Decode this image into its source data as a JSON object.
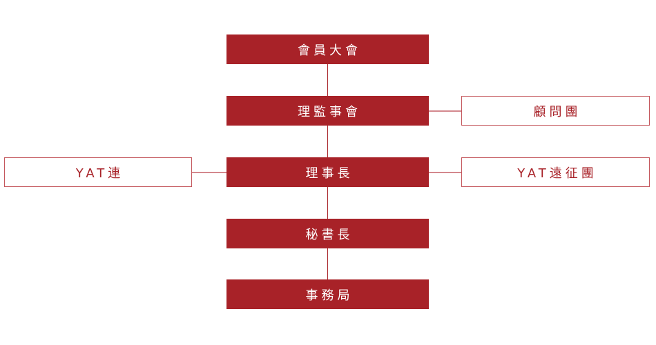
{
  "colors": {
    "node_fill": "#A82228",
    "node_text_on_fill": "#FFFFFF",
    "outline_border": "#C4575D",
    "outline_text": "#A82228",
    "connector": "#A82228",
    "connector_light": "#D3888D",
    "background": "#FFFFFF"
  },
  "chart_type": "organization-chart",
  "nodes": {
    "member_assembly": {
      "label": "會員大會",
      "style": "filled"
    },
    "board": {
      "label": "理監事會",
      "style": "filled"
    },
    "advisors": {
      "label": "顧問團",
      "style": "outline"
    },
    "yat_union": {
      "label": "YAT連",
      "style": "outline"
    },
    "chairman": {
      "label": "理事長",
      "style": "filled"
    },
    "yat_expedition": {
      "label": "YAT遠征團",
      "style": "outline"
    },
    "secretary_general": {
      "label": "秘書長",
      "style": "filled"
    },
    "secretariat": {
      "label": "事務局",
      "style": "filled"
    }
  },
  "edges": [
    {
      "from": "member_assembly",
      "to": "board",
      "direction": "vertical"
    },
    {
      "from": "board",
      "to": "advisors",
      "direction": "horizontal"
    },
    {
      "from": "board",
      "to": "chairman",
      "direction": "vertical"
    },
    {
      "from": "yat_union",
      "to": "chairman",
      "direction": "horizontal"
    },
    {
      "from": "chairman",
      "to": "yat_expedition",
      "direction": "horizontal"
    },
    {
      "from": "chairman",
      "to": "secretary_general",
      "direction": "vertical"
    },
    {
      "from": "secretary_general",
      "to": "secretariat",
      "direction": "vertical"
    }
  ]
}
